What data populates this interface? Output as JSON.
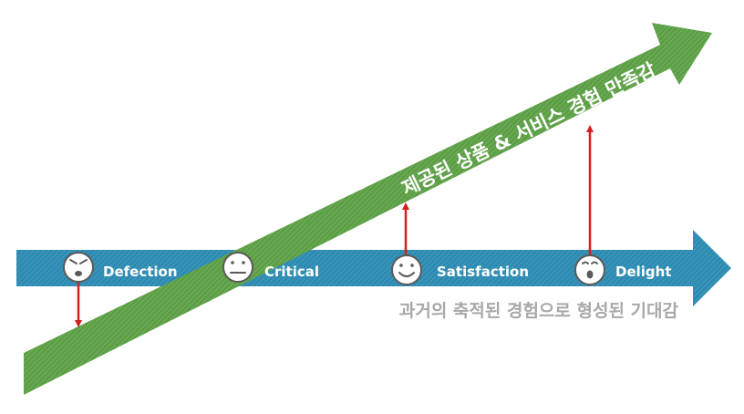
{
  "diagonal_arrow": {
    "label": "제공된 상품 & 서비스 경험 만족감",
    "color": "#5c9e45"
  },
  "horizontal_arrow": {
    "color": "#2e8ab0"
  },
  "baseline_caption": "과거의 축적된 경험으로 형성된 기대감",
  "stages": [
    {
      "label": "Defection",
      "face": "sad-face-icon"
    },
    {
      "label": "Critical",
      "face": "neutral-face-icon"
    },
    {
      "label": "Satisfaction",
      "face": "smile-face-icon"
    },
    {
      "label": "Delight",
      "face": "surprised-face-icon"
    }
  ],
  "colors": {
    "gap_arrow": "#d41f1f",
    "caption": "#a8a8a8",
    "face_stroke": "#5a5a5a"
  }
}
